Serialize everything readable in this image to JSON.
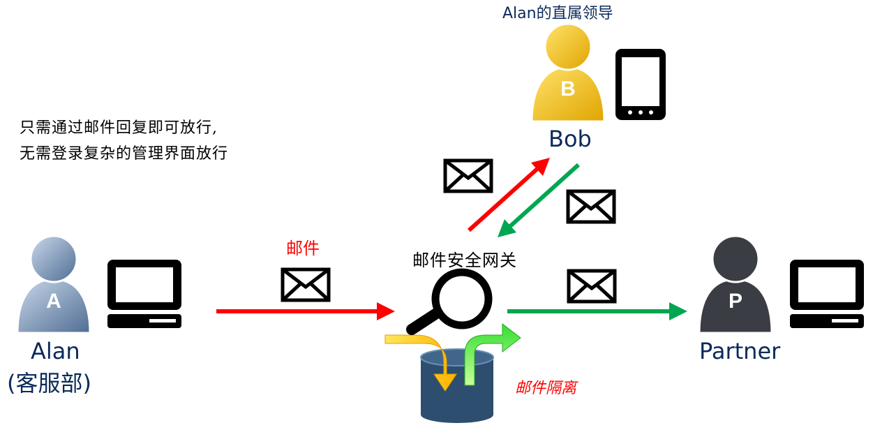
{
  "note": {
    "line1": "只需通过邮件回复即可放行,",
    "line2": "无需登录复杂的管理界面放行"
  },
  "alan": {
    "initial": "A",
    "name": "Alan",
    "dept": "(客服部)"
  },
  "bob": {
    "initial": "B",
    "name": "Bob",
    "role": "Alan的直属领导"
  },
  "partner": {
    "initial": "P",
    "name": "Partner"
  },
  "gateway": {
    "label": "邮件安全网关"
  },
  "mail_label": "邮件",
  "quarantine_label": "邮件隔离",
  "colors": {
    "red": "#ff0000",
    "green": "#00a651",
    "alan_body": "#8fa9c7",
    "bob_body": "#f5b800",
    "partner_body": "#3a3d44",
    "db": "#2d4e6e"
  }
}
